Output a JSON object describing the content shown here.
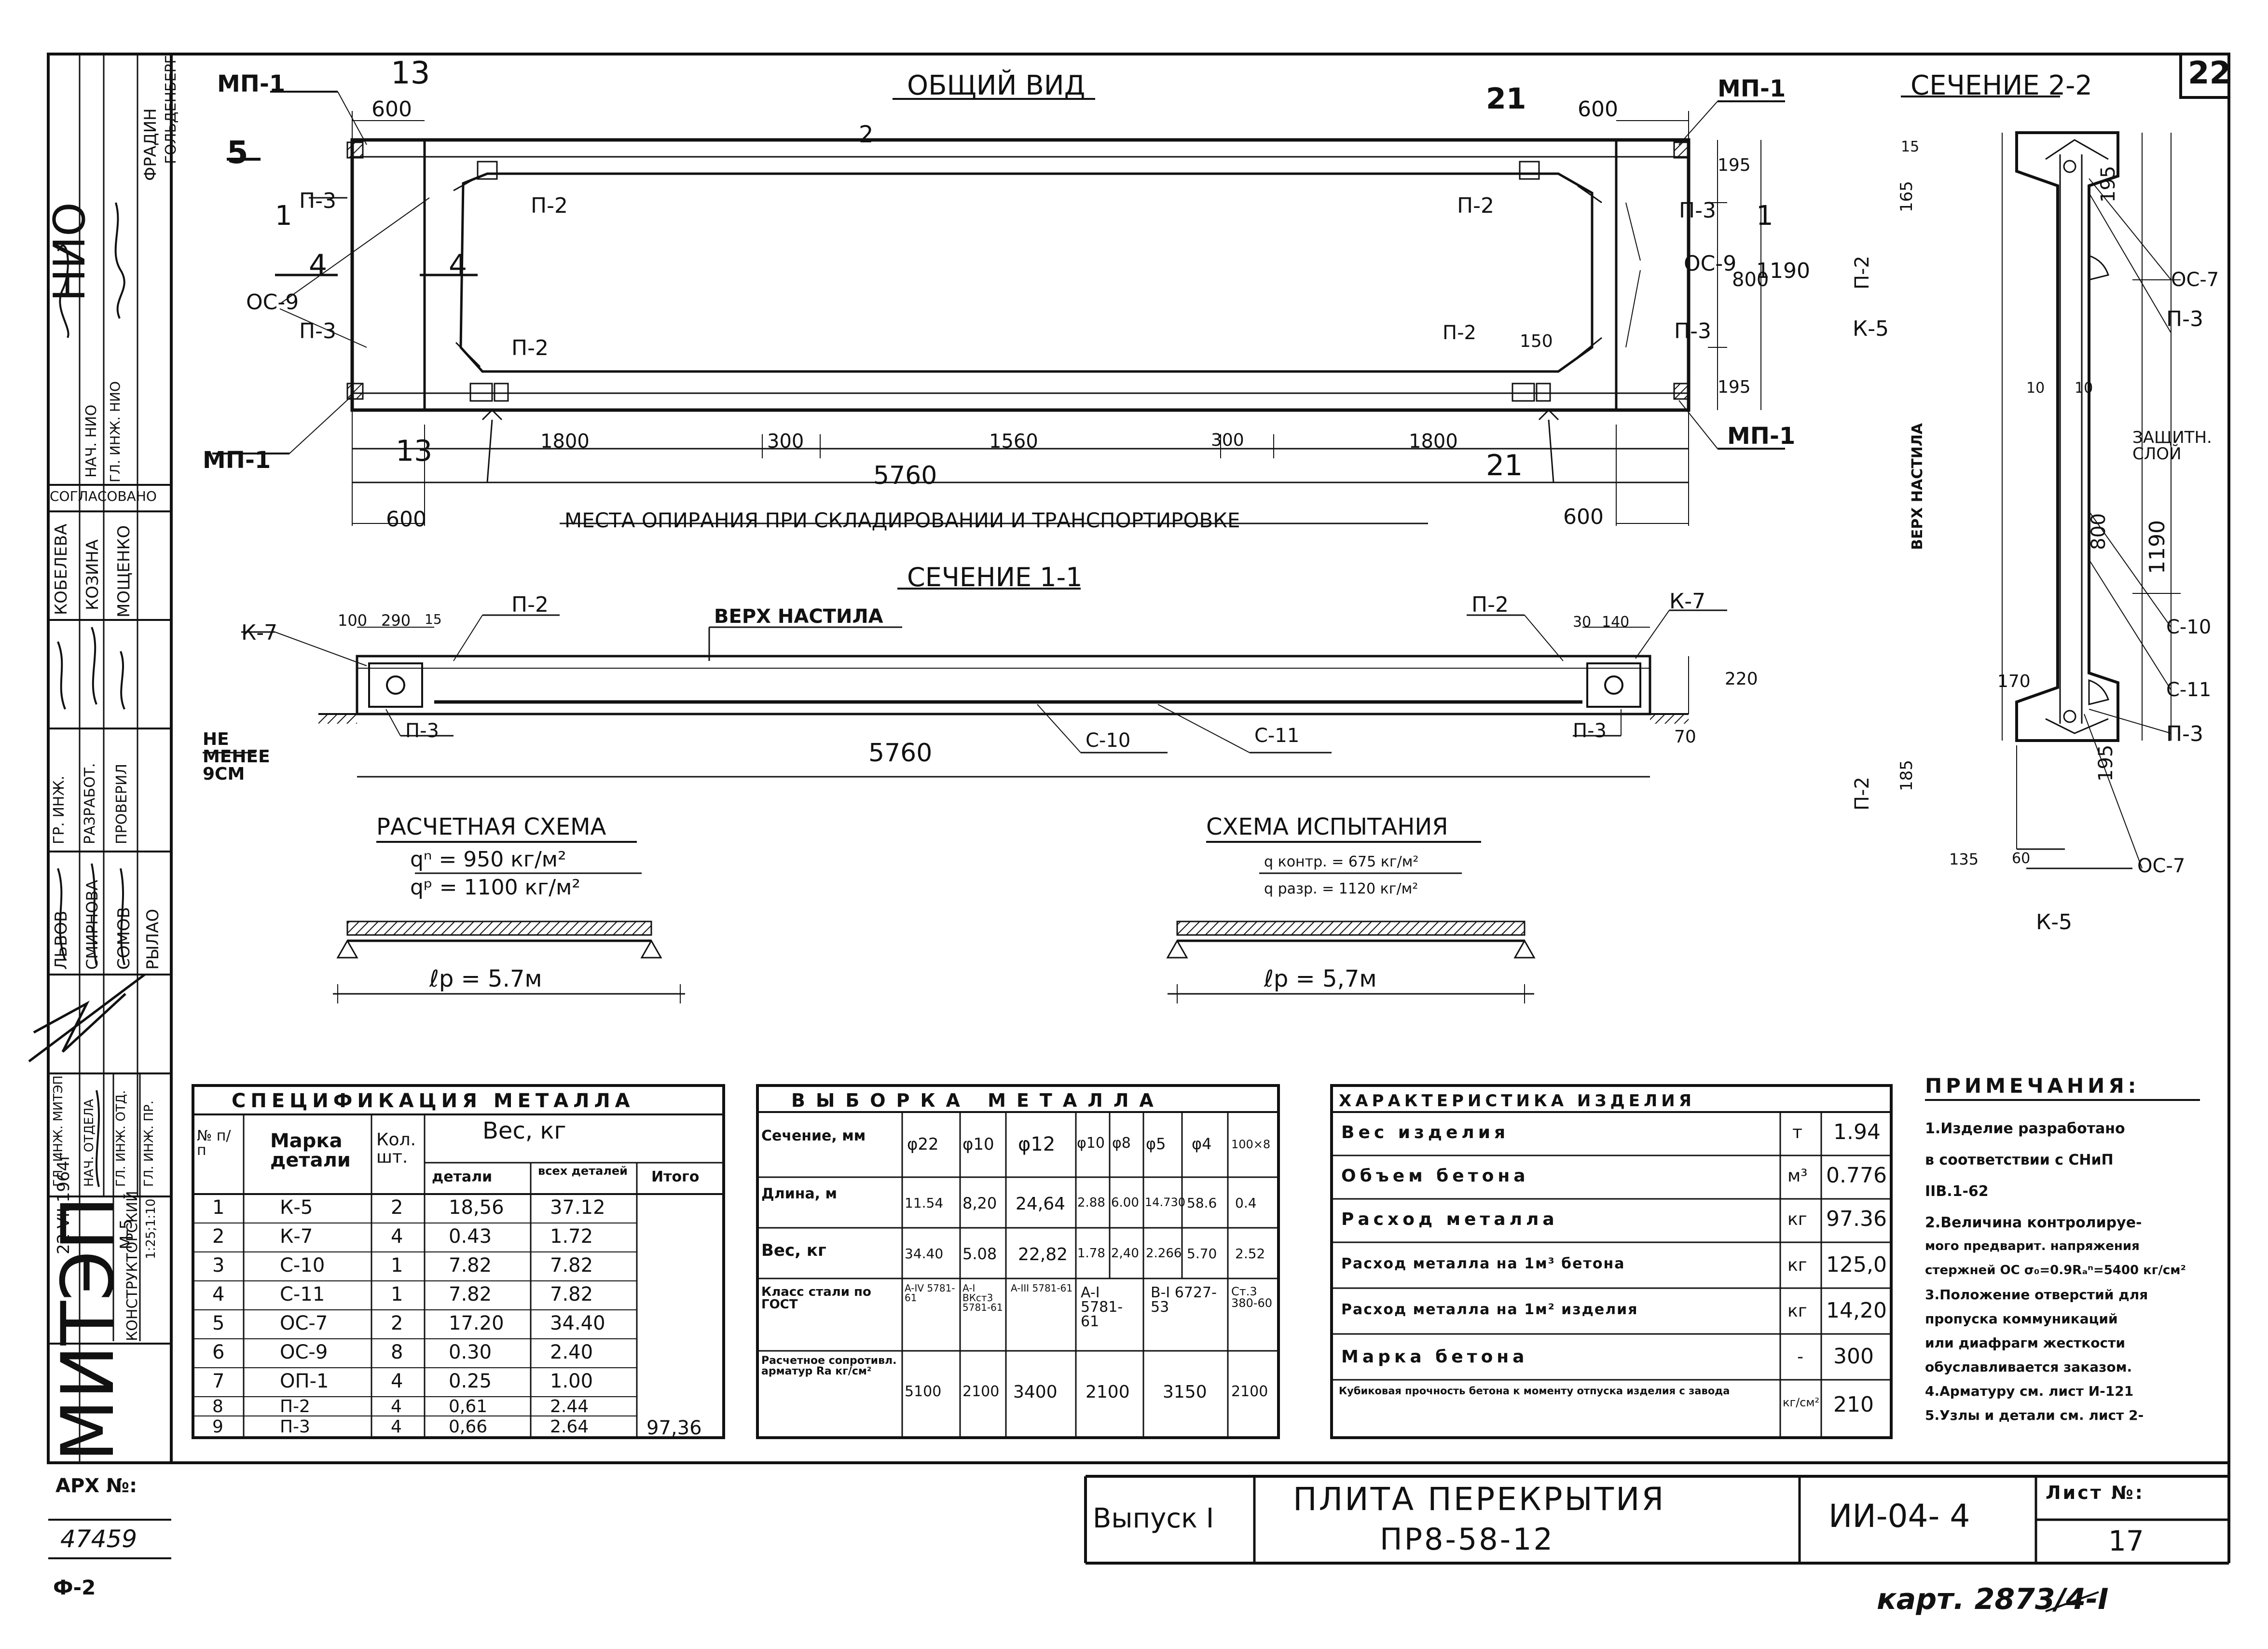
{
  "sheet_number_corner": "22",
  "general_view": {
    "title": "ОБЩИЙ ВИД",
    "labels": {
      "mp1": "МП-1",
      "p2": "П-2",
      "p3": "П-3",
      "os9": "ОС-9",
      "sec1": "1",
      "sec2": "2",
      "sec4": "4",
      "sec5": "5",
      "sec13": "13",
      "sec21": "21"
    },
    "dims": {
      "d600": "600",
      "d1800": "1800",
      "d300": "300",
      "d1560": "1560",
      "d5760": "5760",
      "d150": "150",
      "d195": "195",
      "d800": "800",
      "d1190": "1190"
    },
    "support_note": "МЕСТА ОПИРАНИЯ ПРИ СКЛАДИРОВАНИИ И ТРАНСПОРТИРОВКЕ"
  },
  "section_11": {
    "title": "СЕЧЕНИЕ 1-1",
    "top_label": "ВЕРХ НАСТИЛА",
    "min_bearing": "НЕ МЕНЕЕ 9СМ",
    "labels": {
      "k7": "К-7",
      "p2": "П-2",
      "p3": "П-3",
      "c10": "С-10",
      "c11": "С-11"
    },
    "dims": {
      "d100": "100",
      "d290": "290",
      "d15": "15",
      "d30": "30",
      "d140": "140",
      "d220": "220",
      "d70": "70",
      "d5760": "5760"
    }
  },
  "section_22": {
    "title": "СЕЧЕНИЕ 2-2",
    "top_label": "ВЕРХ НАСТИЛА",
    "cover_label": "ЗАЩИТН. СЛОЙ",
    "labels": {
      "oc7": "ОС-7",
      "p3": "П-3",
      "k5": "К-5",
      "p2": "П-2",
      "c10": "С-10",
      "c11": "С-11"
    },
    "dims": {
      "d15": "15",
      "d165": "165",
      "d195": "195",
      "d1190": "1190",
      "d800": "800",
      "d10": "10",
      "d170": "170",
      "d185": "185",
      "d135": "135",
      "d60": "60"
    }
  },
  "design_scheme": {
    "title": "РАСЧЕТНАЯ СХЕМА",
    "q_norm": "qⁿ = 950 кг/м²",
    "q_calc": "qᵖ = 1100 кг/м²",
    "span": "ℓр = 5.7м"
  },
  "test_scheme": {
    "title": "СХЕМА ИСПЫТАНИЯ",
    "q_control": "q контр. = 675 кг/м²",
    "q_break": "q разр. = 1120 кг/м²",
    "span": "ℓр = 5,7м"
  },
  "spec_table": {
    "title": "СПЕЦИФИКАЦИЯ МЕТАЛЛА",
    "headers": {
      "num": "№ п/п",
      "mark": "Марка детали",
      "qty": "Кол. шт.",
      "weight": "Вес, кг",
      "w_part": "детали",
      "w_all": "всех деталей",
      "total": "Итого"
    },
    "rows": [
      {
        "n": "1",
        "mark": "К-5",
        "qty": "2",
        "part": "18,56",
        "all": "37.12"
      },
      {
        "n": "2",
        "mark": "К-7",
        "qty": "4",
        "part": "0.43",
        "all": "1.72"
      },
      {
        "n": "3",
        "mark": "С-10",
        "qty": "1",
        "part": "7.82",
        "all": "7.82"
      },
      {
        "n": "4",
        "mark": "С-11",
        "qty": "1",
        "part": "7.82",
        "all": "7.82"
      },
      {
        "n": "5",
        "mark": "ОС-7",
        "qty": "2",
        "part": "17.20",
        "all": "34.40"
      },
      {
        "n": "6",
        "mark": "ОС-9",
        "qty": "8",
        "part": "0.30",
        "all": "2.40"
      },
      {
        "n": "7",
        "mark": "ОП-1",
        "qty": "4",
        "part": "0.25",
        "all": "1.00"
      },
      {
        "n": "8",
        "mark": "П-2",
        "qty": "4",
        "part": "0,61",
        "all": "2.44"
      },
      {
        "n": "9",
        "mark": "П-3",
        "qty": "4",
        "part": "0,66",
        "all": "2.64"
      }
    ],
    "total": "97,36"
  },
  "sample_table": {
    "title": "ВЫБОРКА МЕТАЛЛА",
    "row_headers": [
      "Сечение, мм",
      "Длина, м",
      "Вес, кг",
      "Класс стали по ГОСТ",
      "Расчетное сопротивл. арматур Ra кг/см²"
    ],
    "columns": [
      "φ22",
      "φ10",
      "φ12",
      "φ10",
      "φ8",
      "φ5",
      "φ4",
      "100×8"
    ],
    "lengths": [
      "11.54",
      "8,20",
      "24,64",
      "2.88",
      "6.00",
      "14.730",
      "58.6",
      "0.4"
    ],
    "weights": [
      "34.40",
      "5.08",
      "22,82",
      "1.78",
      "2,40",
      "2.266",
      "5.70",
      "2.52"
    ],
    "classes": {
      "c1": "A-IV 5781-61",
      "c2": "A-I ВКст3 5781-61",
      "c3": "A-III 5781-61",
      "c4": "A-I 5781-61",
      "c5": "B-I 6727-53",
      "c6": "Ст.3 380-60"
    },
    "resistances": [
      "5100",
      "2100",
      "3400",
      "2100",
      "3150",
      "2100"
    ]
  },
  "char_table": {
    "title": "ХАРАКТЕРИСТИКА ИЗДЕЛИЯ",
    "rows": [
      {
        "name": "Вес изделия",
        "unit": "т",
        "value": "1.94"
      },
      {
        "name": "Объем бетона",
        "unit": "м³",
        "value": "0.776"
      },
      {
        "name": "Расход металла",
        "unit": "кг",
        "value": "97.36"
      },
      {
        "name": "Расход металла на 1м³ бетона",
        "unit": "кг",
        "value": "125,0"
      },
      {
        "name": "Расход металла на 1м² изделия",
        "unit": "кг",
        "value": "14,20"
      },
      {
        "name": "Марка бетона",
        "unit": "-",
        "value": "300"
      },
      {
        "name": "Кубиковая прочность бетона к моменту отпуска изделия с завода",
        "unit": "кг/см²",
        "value": "210"
      }
    ]
  },
  "notes": {
    "title": "ПРИМЕЧАНИЯ:",
    "lines": [
      "1.Изделие разработано",
      "в соответствии с СНиП",
      "IIВ.1-62",
      "2.Величина контролируе-",
      "мого предварит. напряжения",
      "стержней ОС σ₀=0.9Rₐⁿ=5400 кг/см²",
      "3.Положение отверстий для",
      "пропуска коммуникаций",
      "или диафрагм жесткости",
      "обуславливается заказом.",
      "4.Арматуру см. лист И-121",
      "5.Узлы и детали см. лист 2-"
    ]
  },
  "title_block": {
    "release": "Выпуск I",
    "name1": "ПЛИТА ПЕРЕКРЫТИЯ",
    "name2": "ПР8-58-12",
    "code": "ИИ-04- 4",
    "sheet_label": "Лист №:",
    "sheet_no": "17"
  },
  "left_stamp": {
    "org": "МИТЭП",
    "dept": "КОНСТРУКТОРСКИЙ",
    "nio": "НИО",
    "agreed": "СОГЛАСОВАНО",
    "arch_label": "АРХ №:",
    "arch_no": "47459",
    "date": "22-VII 1964г",
    "series": "М-5",
    "scale": "1:25;1:10",
    "roles": [
      "НАЧ. НИО",
      "ГЛ. ИНЖ. НИО",
      "ГР. ИНЖ.",
      "РАЗРАБОТ.",
      "ПРОВЕРИЛ",
      "ГЛ. ИНЖ. МИТЭП",
      "НАЧ. ОТДЕЛА",
      "ГЛ. ИНЖ. ОТД.",
      "ГЛ. ИНЖ. ПР."
    ],
    "names": [
      "ФРАДИН",
      "ГОЛЬДЕНБЕРГ",
      "КОБЕЛЕВА",
      "КОЗИНА",
      "МОЩЕНКО",
      "ЛЬВОВ",
      "СМИРНОВА",
      "СОМОВ",
      "РЫЛАО"
    ]
  },
  "bottom": {
    "left_code": "Ф-2",
    "kart": "карт. 2873/4-I"
  }
}
